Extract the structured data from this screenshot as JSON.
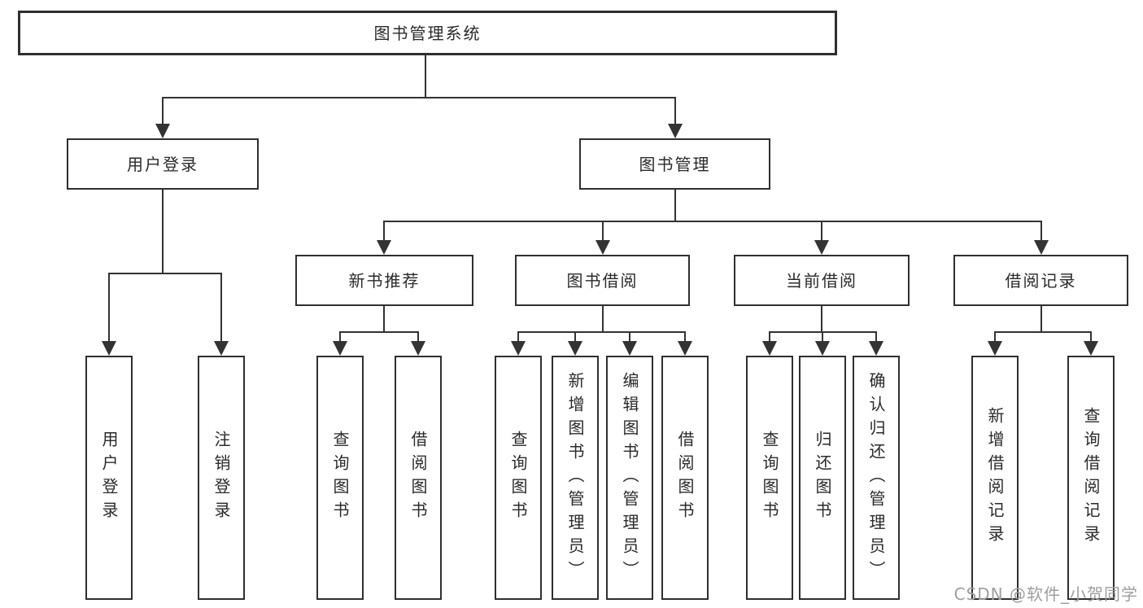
{
  "diagram": {
    "tree": {
      "label": "图书管理系统",
      "children": [
        {
          "label": "用户登录",
          "children": [
            {
              "label": "用户登录"
            },
            {
              "label": "注销登录"
            }
          ]
        },
        {
          "label": "图书管理",
          "children": [
            {
              "label": "新书推荐",
              "children": [
                {
                  "label": "查询图书"
                },
                {
                  "label": "借阅图书"
                }
              ]
            },
            {
              "label": "图书借阅",
              "children": [
                {
                  "label": "查询图书"
                },
                {
                  "label": "新增图书（管理员）"
                },
                {
                  "label": "编辑图书（管理员）"
                },
                {
                  "label": "借阅图书"
                }
              ]
            },
            {
              "label": "当前借阅",
              "children": [
                {
                  "label": "查询图书"
                },
                {
                  "label": "归还图书"
                },
                {
                  "label": "确认归还（管理员）"
                }
              ]
            },
            {
              "label": "借阅记录",
              "children": [
                {
                  "label": "新增借阅记录"
                },
                {
                  "label": "查询借阅记录"
                }
              ]
            }
          ]
        }
      ]
    },
    "colors": {
      "line": "#333333",
      "border": "#2f2f2f",
      "text": "#2a2a2a",
      "watermark_color": "#9e9e9e"
    },
    "watermark": "CSDN @软件_小贺同学"
  }
}
